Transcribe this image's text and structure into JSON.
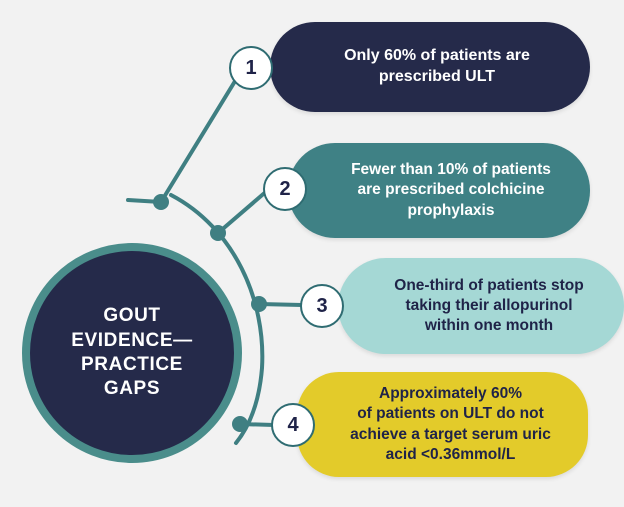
{
  "infographic": {
    "background_color": "#f2f2f2",
    "hub": {
      "label": "GOUT\nEVIDENCE—\nPRACTICE\nGAPS",
      "fill_color": "#252a4a",
      "ring_color": "#4a8d8b",
      "text_color": "#ffffff"
    },
    "connector_color": "#3f7f82",
    "items": [
      {
        "number": "1",
        "text": "Only 60% of patients are\nprescribed ULT",
        "card_color": "#252a4a",
        "text_color": "#ffffff",
        "badge_text_color": "#1f2348",
        "badge_border_color": "#2f6c72"
      },
      {
        "number": "2",
        "text": "Fewer than 10% of patients\nare prescribed colchicine\nprophylaxis",
        "card_color": "#3f8185",
        "text_color": "#ffffff",
        "badge_text_color": "#1f2348",
        "badge_border_color": "#2f6c72"
      },
      {
        "number": "3",
        "text": "One-third of patients stop\ntaking their allopurinol\nwithin one month",
        "card_color": "#a5d8d5",
        "text_color": "#1f2348",
        "badge_text_color": "#1f2348",
        "badge_border_color": "#2f6c72"
      },
      {
        "number": "4",
        "text": "Approximately 60%\nof patients on ULT do not\nachieve a target serum uric\nacid <0.36mmol/L",
        "card_color": "#e3cb2a",
        "text_color": "#1f2348",
        "badge_text_color": "#1f2348",
        "badge_border_color": "#2f6c72"
      }
    ]
  }
}
